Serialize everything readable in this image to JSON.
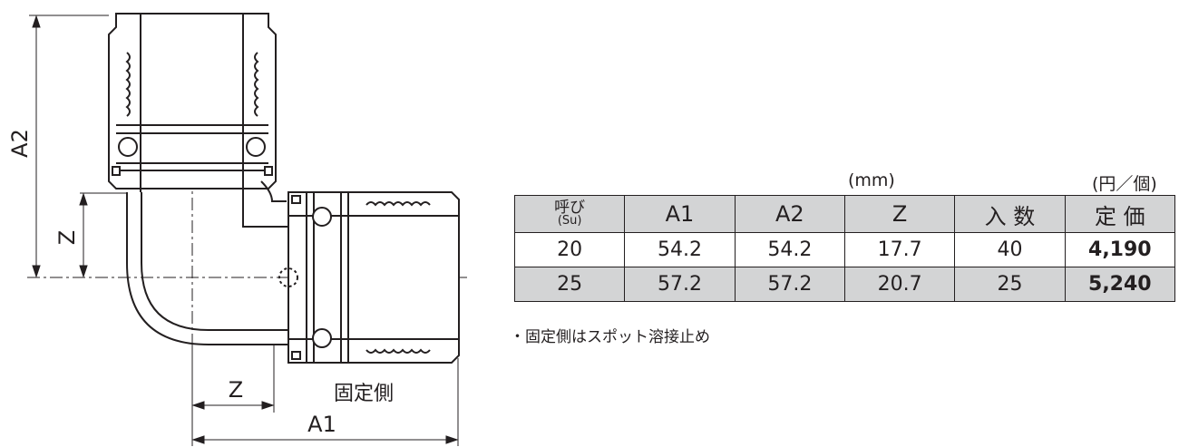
{
  "drawing": {
    "dim_a2": "A2",
    "dim_z_vertical": "Z",
    "dim_z_horizontal": "Z",
    "dim_a1": "A1",
    "fixed_side_label": "固定側"
  },
  "units": {
    "dimensions": "(mm)",
    "price": "(円／個)"
  },
  "table": {
    "headers": {
      "nominal": "呼び",
      "nominal_sub": "(Su)",
      "a1": "A1",
      "a2": "A2",
      "z": "Z",
      "quantity": "入 数",
      "price": "定 価"
    },
    "rows": [
      {
        "nominal": "20",
        "a1": "54.2",
        "a2": "54.2",
        "z": "17.7",
        "quantity": "40",
        "price": "4,190"
      },
      {
        "nominal": "25",
        "a1": "57.2",
        "a2": "57.2",
        "z": "20.7",
        "quantity": "25",
        "price": "5,240"
      }
    ]
  },
  "note": "・固定側はスポット溶接止め"
}
